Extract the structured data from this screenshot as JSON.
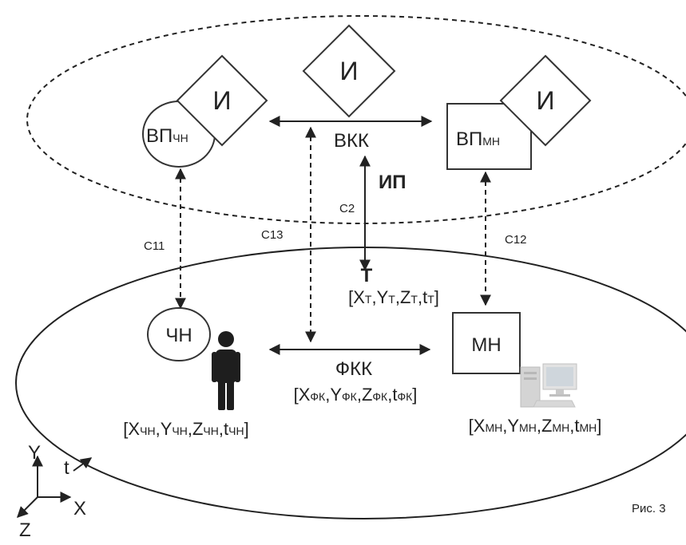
{
  "labels": {
    "i_left": "И",
    "i_center": "И",
    "i_right": "И",
    "vp_ch_main": "ВП",
    "vp_ch_sub": "ЧН",
    "vp_mn_main": "ВП",
    "vp_mn_sub": "МН",
    "vkk": "ВКК",
    "ip": "ИП",
    "c2": "С2",
    "c11": "С11",
    "c13": "С13",
    "c12": "С12",
    "t_node": "Т",
    "chn": "ЧН",
    "mn": "МН",
    "fkk": "ФКК",
    "fig_caption": "Рис. 3"
  },
  "coords": {
    "t": {
      "x": "X",
      "x_sub": "Т",
      "y": "Y",
      "y_sub": "Т",
      "z": "Z",
      "z_sub": "Т",
      "t": "t",
      "t_sub": "Т"
    },
    "fk": {
      "x": "X",
      "x_sub": "ФК",
      "y": "Y",
      "y_sub": "ФК",
      "z": "Z",
      "z_sub": "ФК",
      "t": "t",
      "t_sub": "ФК"
    },
    "chn": {
      "x": "X",
      "x_sub": "ЧН",
      "y": "Y",
      "y_sub": "ЧН",
      "z": "Z",
      "z_sub": "ЧН",
      "t": "t",
      "t_sub": "ЧН"
    },
    "mn": {
      "x": "X",
      "x_sub": "МН",
      "y": "Y",
      "y_sub": "МН",
      "z": "Z",
      "z_sub": "МН",
      "t": "t",
      "t_sub": "МН"
    },
    "sep": ",",
    "open": "[",
    "close": "]"
  },
  "axes": {
    "x": "X",
    "y": "Y",
    "z": "Z",
    "t": "t"
  },
  "colors": {
    "stroke": "#222222",
    "computer_gray": "#c8c8c8",
    "person": "#1e1e1e"
  },
  "icons": {
    "person": "person-icon",
    "computer": "computer-icon"
  }
}
